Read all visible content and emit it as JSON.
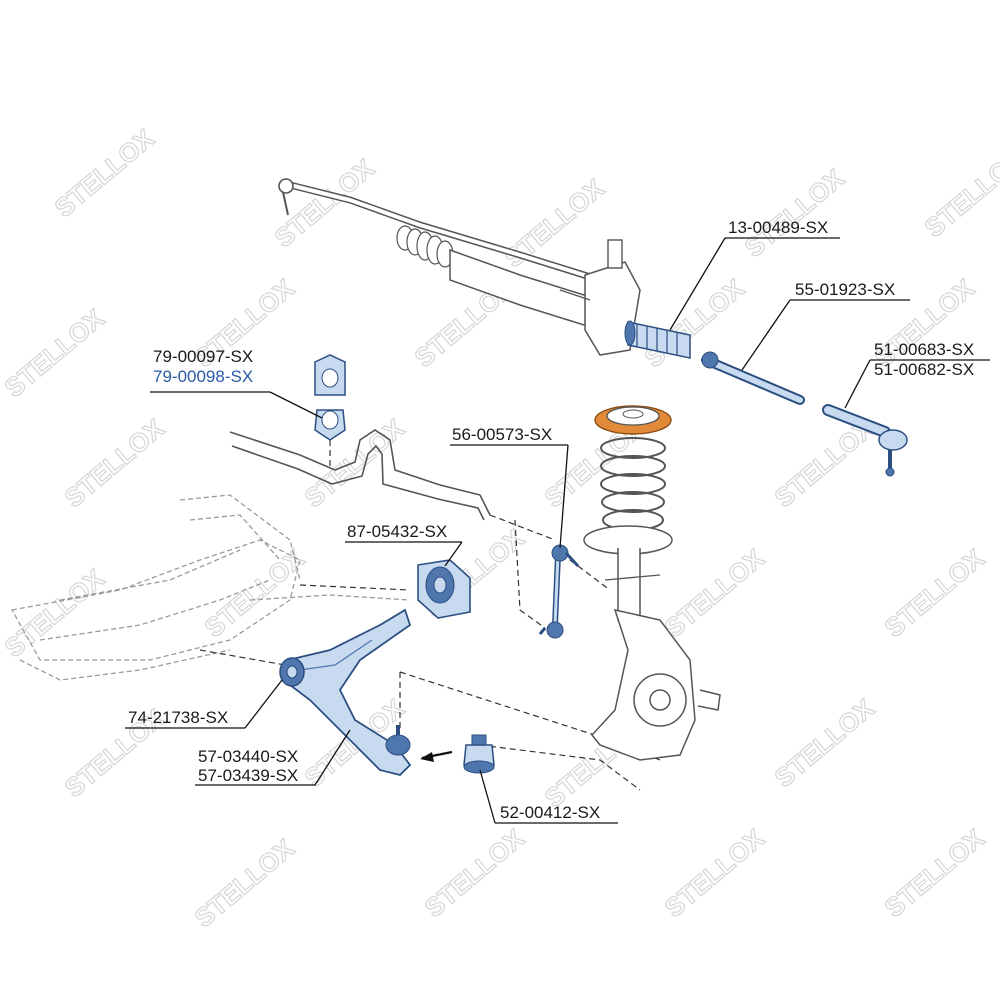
{
  "watermark": {
    "text": "STELLOX"
  },
  "colors": {
    "part_fill": "#c7daf0",
    "part_stroke": "#2c4f82",
    "part_dark": "#4f77ad",
    "orange": "#e08a3a",
    "line": "#111111",
    "highlight": "#2a5aa8",
    "ghost": "#9a9a9a",
    "watermark": "#d6d6d6"
  },
  "callouts": [
    {
      "id": "rack",
      "text": "13-00489-SX",
      "highlight": false
    },
    {
      "id": "inner-tie-rod",
      "text": "55-01923-SX",
      "highlight": false
    },
    {
      "id": "outer-tie-rod-a",
      "text": "51-00683-SX",
      "highlight": false
    },
    {
      "id": "outer-tie-rod-b",
      "text": "51-00682-SX",
      "highlight": false
    },
    {
      "id": "stab-bushing-a",
      "text": "79-00097-SX",
      "highlight": false
    },
    {
      "id": "stab-bushing-b",
      "text": "79-00098-SX",
      "highlight": true
    },
    {
      "id": "stab-link",
      "text": "56-00573-SX",
      "highlight": false
    },
    {
      "id": "arm-bushing-rear",
      "text": "87-05432-SX",
      "highlight": false
    },
    {
      "id": "arm-bushing-front",
      "text": "74-21738-SX",
      "highlight": false
    },
    {
      "id": "control-arm-a",
      "text": "57-03440-SX",
      "highlight": false
    },
    {
      "id": "control-arm-b",
      "text": "57-03439-SX",
      "highlight": false
    },
    {
      "id": "ball-joint",
      "text": "52-00412-SX",
      "highlight": false
    }
  ]
}
